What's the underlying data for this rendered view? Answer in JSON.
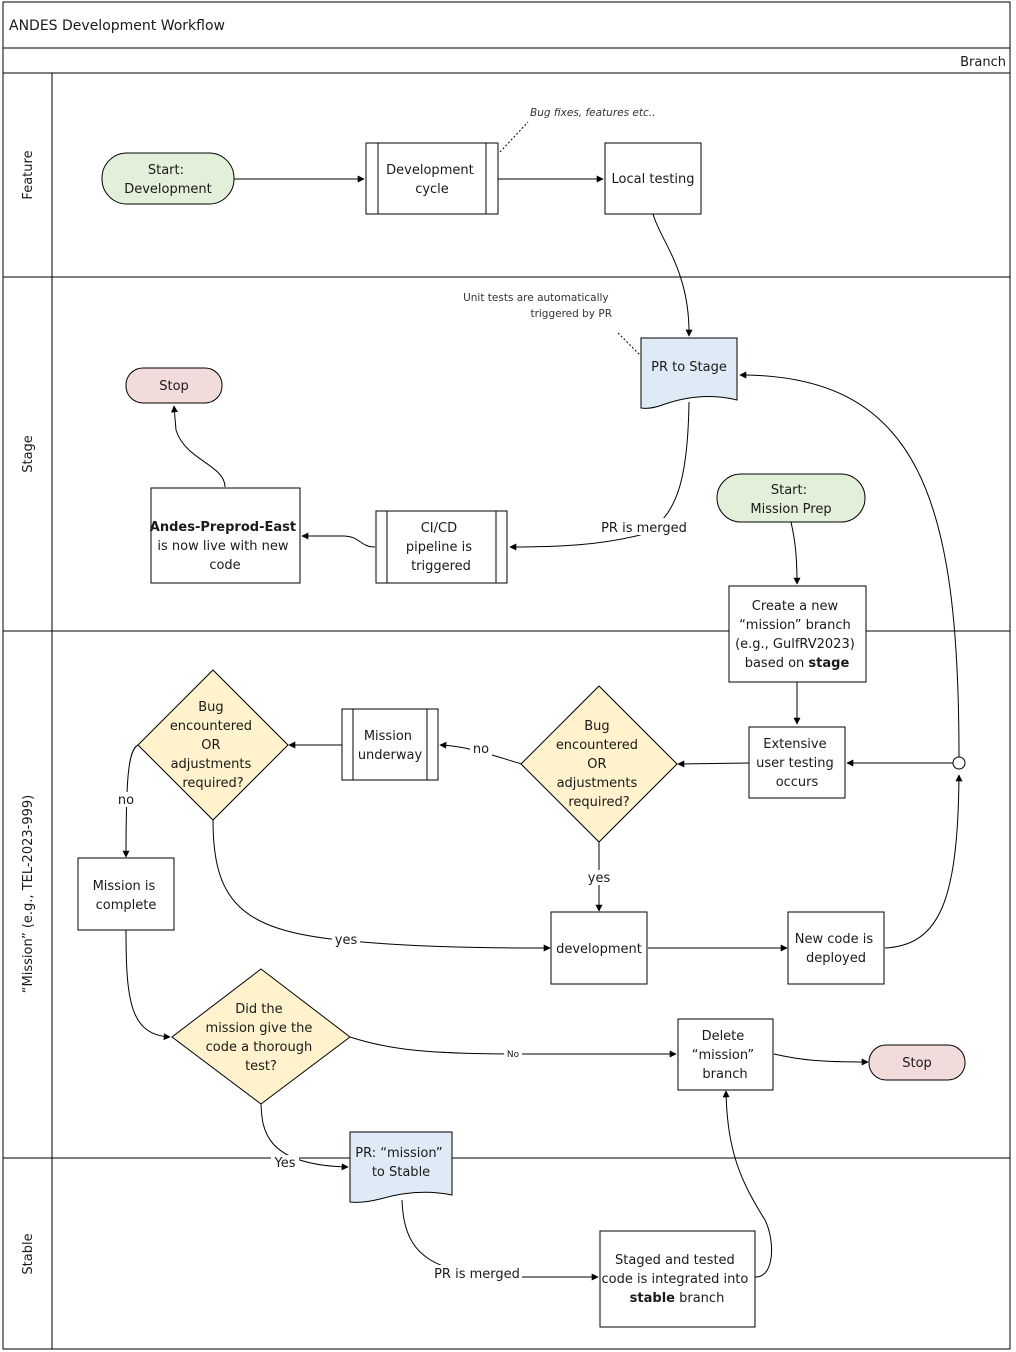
{
  "title": "ANDES Development Workflow",
  "header_label": "Branch",
  "lanes": {
    "feature": "Feature",
    "stage": "Stage",
    "mission": "“Mission” (e.g., TEL-2023-999)",
    "stable": "Stable"
  },
  "nodes": {
    "start_development": [
      "Start:",
      "Development"
    ],
    "development_cycle": [
      "Development",
      "cycle"
    ],
    "local_testing": [
      "Local testing"
    ],
    "pr_to_stage": [
      "PR to Stage"
    ],
    "stop_stage": [
      "Stop"
    ],
    "andes_preprod_live": [
      "Andes-Preprod-East",
      "is now live with new",
      "code"
    ],
    "cicd_pipeline": [
      "CI/CD",
      "pipeline is",
      "triggered"
    ],
    "start_mission_prep": [
      "Start:",
      "Mission Prep"
    ],
    "create_mission_branch": [
      "Create a new",
      "“mission” branch",
      "(e.g., GulfRV2023)",
      "based on "
    ],
    "create_mission_branch_bold": "stage",
    "extensive_user_testing": [
      "Extensive",
      "user testing",
      "occurs"
    ],
    "bug_decision_right": [
      "Bug",
      "encountered",
      "OR",
      "adjustments",
      "required?"
    ],
    "mission_underway": [
      "Mission",
      "underway"
    ],
    "bug_decision_left": [
      "Bug",
      "encountered",
      "OR",
      "adjustments",
      "required?"
    ],
    "mission_complete": [
      "Mission is",
      "complete"
    ],
    "development": [
      "development"
    ],
    "new_code_deployed": [
      "New code is",
      "deployed"
    ],
    "thorough_test_decision": [
      "Did the",
      "mission give the",
      "code a thorough",
      "test?"
    ],
    "delete_mission_branch": [
      "Delete",
      "“mission”",
      "branch"
    ],
    "stop_mission": [
      "Stop"
    ],
    "pr_mission_to_stable": [
      "PR: “mission”",
      "to Stable"
    ],
    "staged_integrated": [
      "Staged and tested",
      "code is integrated into"
    ],
    "staged_integrated_last_bold": "stable",
    "staged_integrated_last_rest": " branch"
  },
  "notes": {
    "bug_fixes": "Bug fixes, features etc..",
    "unit_tests": [
      "Unit tests are automatically",
      "triggered by PR"
    ]
  },
  "edge_labels": {
    "pr_merged_stage": "PR is merged",
    "no_right": "no",
    "yes_right": "yes",
    "no_left": "no",
    "yes_left": "yes",
    "no_thorough": "No",
    "yes_thorough": "Yes",
    "pr_merged_stable": "PR is merged"
  },
  "colors": {
    "start_fill": "#e2efd9",
    "stop_fill": "#f2dcdb",
    "decision_fill": "#fff2cc",
    "document_fill": "#deeaf6",
    "process_fill": "#ffffff",
    "line": "#000000"
  }
}
